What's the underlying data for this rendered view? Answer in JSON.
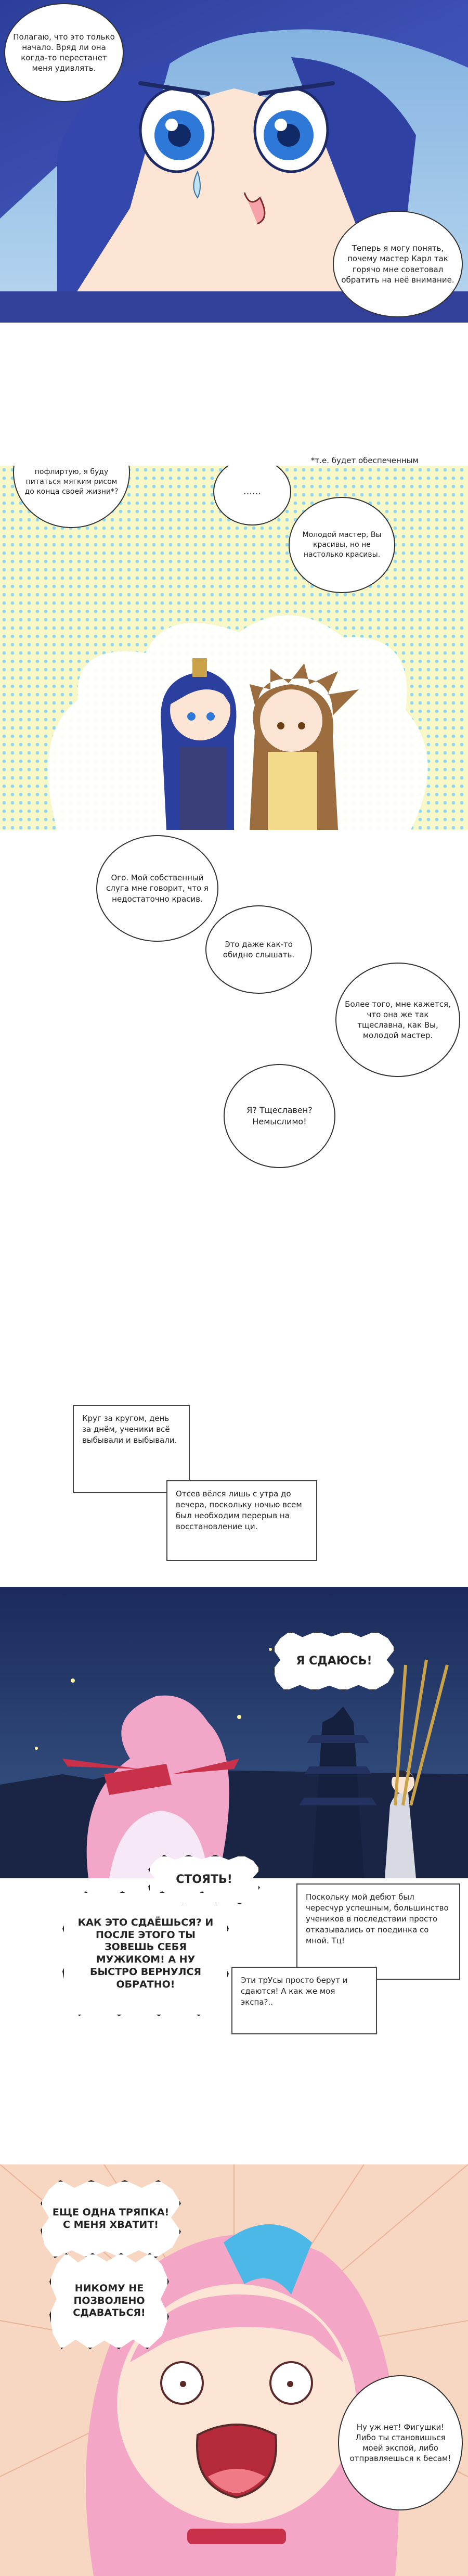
{
  "panel1": {
    "bubble_a": "Полагаю, что это только начало. Вряд ли она когда-то перестанет меня удивлять.",
    "bubble_b": "Теперь я могу понять, почему мастер Карл так горячо мне советовал обратить на неё внимание."
  },
  "panel2": {
    "footnote": "*т.е. будет обеспеченным",
    "bubble_a": "Как думаешь, если я немного с ней пофлиртую, я буду питаться мягким рисом до конца своей жизни*?",
    "bubble_b": "……",
    "bubble_c": "Молодой мастер, Вы красивы, но не настолько красивы."
  },
  "panel3": {
    "bubble_a": "Ого. Мой собственный слуга мне говорит, что я недостаточно красив.",
    "bubble_b": "Это даже как-то обидно слышать.",
    "bubble_c": "Более того, мне кажется, что она же так тщеславна, как Вы, молодой мастер.",
    "bubble_d": "Я? Тщеславен? Немыслимо!"
  },
  "panel4": {
    "box_a": "Круг за кругом, день за днём, ученики всё выбывали и выбывали.",
    "box_b": "Отсев вёлся лишь с утра до вечера, поскольку ночью всем был необходим перерыв на восстановление ци."
  },
  "panel5": {
    "shout_a": "Я СДАЮСЬ!"
  },
  "panel6": {
    "shout_a": "СТОЯТЬ!",
    "shout_b": "КАК ЭТО СДАЁШЬСЯ? И ПОСЛЕ ЭТОГО ТЫ ЗОВЕШЬ СЕБЯ МУЖИКОМ! А НУ БЫСТРО ВЕРНУЛСЯ ОБРАТНО!",
    "box_a": "Поскольку мой дебют был чересчур успешным, большинство учеников в последствии просто отказывались от поединка со мной. Тц!",
    "box_b": "Эти трУсы просто берут и сдаются! А как же моя экспа?.."
  },
  "panel7": {
    "shout_a": "ЕЩЕ ОДНА ТРЯПКА! С МЕНЯ ХВАТИТ!",
    "shout_b": "НИКОМУ НЕ ПОЗВОЛЕНО СДАВАТЬСЯ!",
    "bubble_a": "Ну уж нет! Фигушки! Либо ты становишься моей экспой, либо отправляешься к бесам!"
  }
}
